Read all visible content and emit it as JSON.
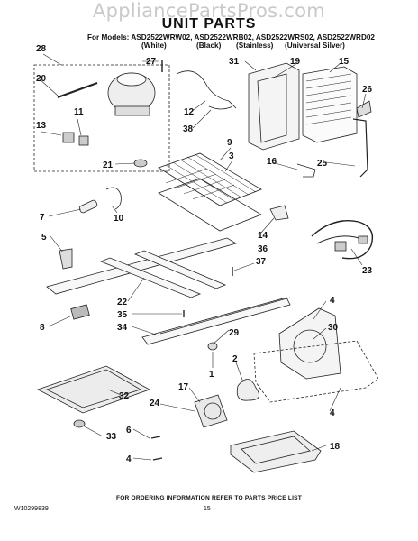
{
  "watermark": "AppliancePartsPros.com",
  "title": "UNIT PARTS",
  "models_line": "For Models: ASD2522WRW02, ASD2522WRB02, ASD2522WRS02, ASD2522WRD02",
  "colors": [
    "(White)",
    "(Black)",
    "(Stainless)",
    "(Universal Silver)"
  ],
  "footer": "FOR ORDERING INFORMATION REFER TO PARTS PRICE LIST",
  "doc_number": "W10299839",
  "page_number": "15",
  "callouts": [
    "28",
    "27",
    "31",
    "19",
    "15",
    "20",
    "11",
    "13",
    "12",
    "38",
    "26",
    "9",
    "3",
    "21",
    "16",
    "25",
    "7",
    "10",
    "14",
    "36",
    "5",
    "37",
    "23",
    "22",
    "35",
    "34",
    "8",
    "29",
    "4",
    "30",
    "1",
    "2",
    "17",
    "24",
    "32",
    "6",
    "33",
    "18",
    "4",
    "4"
  ]
}
